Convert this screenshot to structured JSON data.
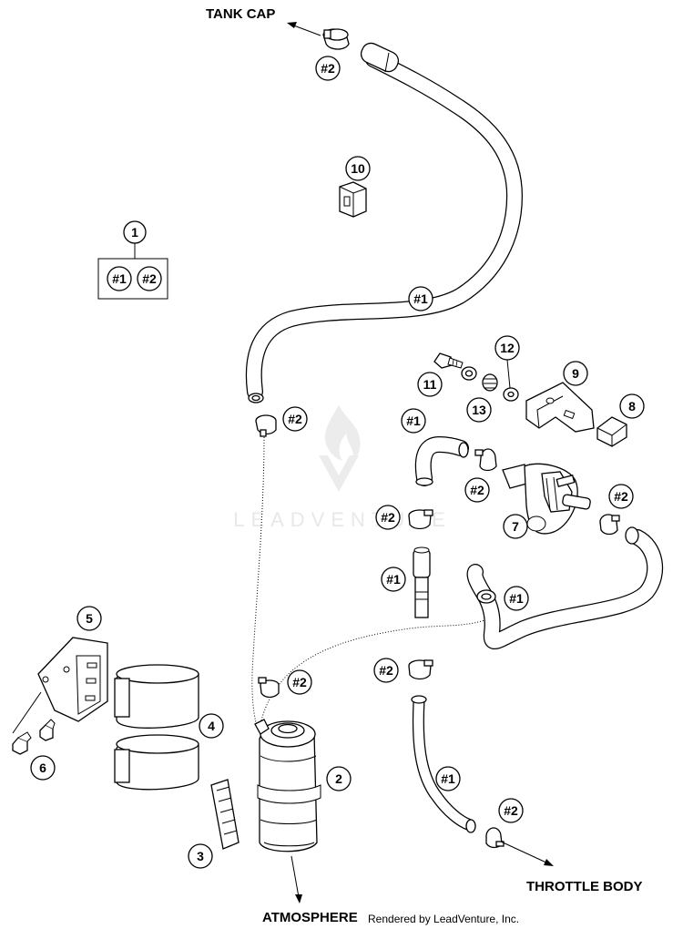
{
  "labels": {
    "tank_cap": "TANK CAP",
    "throttle_body": "THROTTLE BODY",
    "atmosphere": "ATMOSPHERE",
    "credit": "Rendered by LeadVenture, Inc.",
    "watermark": "LEADVENTURE"
  },
  "callouts": {
    "c1": "1",
    "c2": "2",
    "c3": "3",
    "c4": "4",
    "c5": "5",
    "c6": "6",
    "c7": "7",
    "c8": "8",
    "c9": "9",
    "c10": "10",
    "c11": "11",
    "c12": "12",
    "c13": "13",
    "kit_a": "#1",
    "kit_b": "#2",
    "h1_a": "#1",
    "h1_b": "#1",
    "h1_c": "#1",
    "h1_d": "#1",
    "h1_e": "#1",
    "cl_a": "#2",
    "cl_b": "#2",
    "cl_c": "#2",
    "cl_d": "#2",
    "cl_e": "#2",
    "cl_f": "#2",
    "cl_g": "#2",
    "cl_h": "#2"
  }
}
